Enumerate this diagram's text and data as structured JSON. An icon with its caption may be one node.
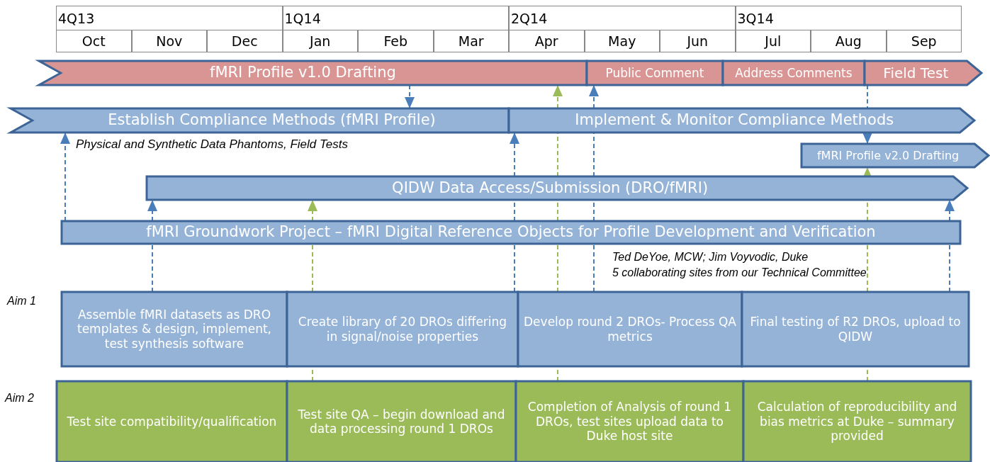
{
  "diagram": {
    "nodes": [
      {
        "text": [
          "fMRI Profile v1.0 Drafting"
        ]
      },
      {
        "text": [
          "Public Comment"
        ]
      },
      {
        "text": [
          "Address Comments"
        ]
      },
      {
        "text": [
          "Field Test"
        ]
      },
      {
        "text": [
          "Establish Compliance Methods (fMRI Profile)"
        ]
      },
      {
        "text": [
          "Implement & Monitor Compliance Methods"
        ]
      },
      {
        "text": [
          "fMRI Profile v2.0 Drafting"
        ]
      },
      {
        "text": [
          "QIDW Data Access/Submission (DRO/fMRI)"
        ]
      },
      {
        "text": [
          "fMRI Groundwork Project – fMRI Digital Reference Objects for Profile Development and Verification"
        ]
      },
      {
        "text": [
          "Assemble fMRI datasets as DRO templates & design, implement, test synthesis software"
        ]
      },
      {
        "text": [
          "Create library of 20 DROs differing in signal/noise properties"
        ]
      },
      {
        "text": [
          "Develop round 2 DROs- Process QA metrics"
        ]
      },
      {
        "text": [
          "Final testing of R2 DROs, upload to QIDW"
        ]
      },
      {
        "text": [
          "Test site compatibility/qualification"
        ]
      },
      {
        "text": [
          "Test site QA – begin download and  data processing round 1 DROs"
        ]
      },
      {
        "text": [
          "Completion of Analysis of round 1 DROs, test sites upload data to Duke host site"
        ]
      },
      {
        "text": [
          "Calculation of reproducibility and bias metrics at Duke – summary provided"
        ]
      }
    ],
    "edges": [
      {
        "from": 0,
        "to": 4,
        "arrow": "to",
        "style": "dashed"
      },
      {
        "from": 8,
        "to": 4,
        "arrow": "to",
        "style": "dashed"
      },
      {
        "from": 9,
        "to": 8,
        "arrow": "none",
        "style": "dashed"
      },
      {
        "from": 8,
        "to": 7,
        "arrow": "to",
        "style": "dashed"
      },
      {
        "from": 14,
        "to": 10,
        "arrow": "none",
        "style": "dashed",
        "color": "#9bbb59"
      },
      {
        "from": 10,
        "to": 8,
        "arrow": "none",
        "style": "dashed",
        "color": "#9bbb59"
      },
      {
        "from": 8,
        "to": 7,
        "arrow": "to",
        "style": "dashed",
        "color": "#9bbb59"
      },
      {
        "from": 11,
        "to": 8,
        "arrow": "none",
        "style": "dashed"
      },
      {
        "from": 8,
        "to": 7,
        "arrow": "none",
        "style": "dashed"
      },
      {
        "from": 7,
        "to": 5,
        "arrow": "to",
        "style": "dashed"
      },
      {
        "from": 15,
        "to": 11,
        "arrow": "none",
        "style": "dashed",
        "color": "#9bbb59"
      },
      {
        "from": 11,
        "to": 8,
        "arrow": "none",
        "style": "dashed",
        "color": "#9bbb59"
      },
      {
        "from": 8,
        "to": 7,
        "arrow": "none",
        "style": "dashed",
        "color": "#9bbb59"
      },
      {
        "from": 7,
        "to": 5,
        "arrow": "none",
        "style": "dashed",
        "color": "#9bbb59"
      },
      {
        "from": 5,
        "to": 0,
        "arrow": "to",
        "style": "dashed",
        "color": "#9bbb59"
      },
      {
        "from": 11,
        "to": 8,
        "arrow": "none",
        "style": "dashed"
      },
      {
        "from": 8,
        "to": 7,
        "arrow": "none",
        "style": "dashed"
      },
      {
        "from": 7,
        "to": 5,
        "arrow": "none",
        "style": "dashed"
      },
      {
        "from": 5,
        "to": 1,
        "arrow": "to",
        "style": "dashed"
      },
      {
        "from": 3,
        "to": 5,
        "arrow": "none",
        "style": "dashed"
      },
      {
        "from": 5,
        "to": 6,
        "arrow": "to",
        "style": "dashed"
      },
      {
        "from": 16,
        "to": 12,
        "arrow": "none",
        "style": "dashed",
        "color": "#9bbb59"
      },
      {
        "from": 12,
        "to": 8,
        "arrow": "none",
        "style": "dashed",
        "color": "#9bbb59"
      },
      {
        "from": 8,
        "to": 7,
        "arrow": "none",
        "style": "dashed",
        "color": "#9bbb59"
      },
      {
        "from": 7,
        "to": 6,
        "arrow": "to",
        "style": "dashed",
        "color": "#9bbb59"
      },
      {
        "from": 12,
        "to": 8,
        "arrow": "none",
        "style": "dashed"
      },
      {
        "from": 8,
        "to": 7,
        "arrow": "to",
        "style": "dashed"
      }
    ],
    "labels": [
      "4Q13",
      "1Q14",
      "2Q14",
      "3Q14",
      "Oct",
      "Nov",
      "Dec",
      "Jan",
      "Feb",
      "Mar",
      "Apr",
      "May",
      "Jun",
      "Jul",
      "Aug",
      "Sep",
      "Physical and Synthetic Data Phantoms, Field Tests",
      "Ted DeYoe, MCW; Jim Voyvodic, Duke",
      "5 collaborating sites from our Technical Committee",
      "Aim 1",
      "Aim 2"
    ]
  }
}
